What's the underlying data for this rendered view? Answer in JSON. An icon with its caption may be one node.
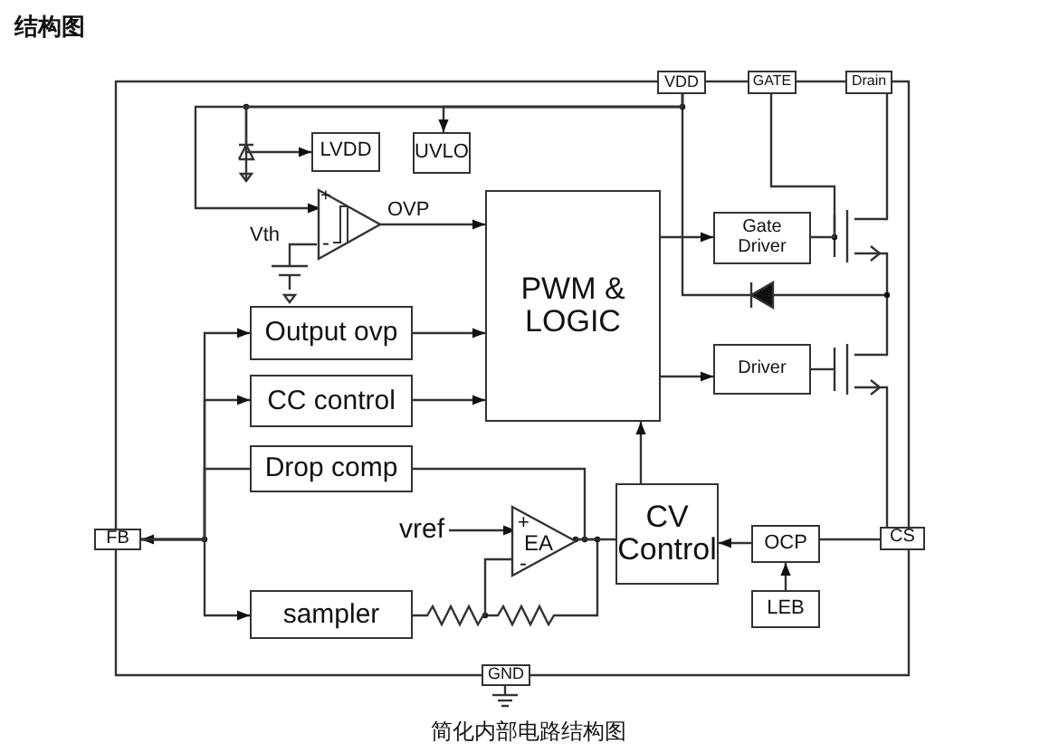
{
  "diagram": {
    "title": "结构图",
    "caption": "简化内部电路结构图",
    "nodes": [
      {
        "text": [
          "VDD"
        ]
      },
      {
        "text": [
          "GATE"
        ]
      },
      {
        "text": [
          "Drain"
        ]
      },
      {
        "text": [
          "LVDD"
        ]
      },
      {
        "text": [
          "UVLO"
        ]
      },
      {
        "text": [],
        "shape": "triangle"
      },
      {
        "text": [
          "PWM & LOGIC"
        ]
      },
      {
        "text": [
          "Gate Driver"
        ]
      },
      {
        "text": [
          "Driver"
        ]
      },
      {
        "text": [
          "Output ovp"
        ]
      },
      {
        "text": [
          "CC control"
        ]
      },
      {
        "text": [
          "Drop comp"
        ]
      },
      {
        "text": [
          "EA"
        ]
      },
      {
        "text": [
          "CV Control"
        ]
      },
      {
        "text": [
          "OCP"
        ]
      },
      {
        "text": [
          "LEB"
        ]
      },
      {
        "text": [
          "FB"
        ]
      },
      {
        "text": [
          "sampler"
        ]
      },
      {
        "text": [
          "CS"
        ]
      },
      {
        "text": [
          "GND"
        ]
      },
      {
        "text": [
          "vref"
        ]
      }
    ],
    "edges": [
      {
        "from": 0,
        "to": 3,
        "arrow": "to"
      },
      {
        "from": 0,
        "to": 4,
        "arrow": "to"
      },
      {
        "from": 0,
        "to": 5,
        "arrow": "to"
      },
      {
        "from": 5,
        "to": 6,
        "arrow": "to",
        "label": "OVP"
      },
      {
        "from": 6,
        "to": 7,
        "arrow": "to"
      },
      {
        "from": 6,
        "to": 8,
        "arrow": "to"
      },
      {
        "from": 1,
        "to": 7,
        "arrow": "none"
      },
      {
        "from": 9,
        "to": 6,
        "arrow": "to"
      },
      {
        "from": 10,
        "to": 6,
        "arrow": "to"
      },
      {
        "from": 16,
        "to": 9,
        "arrow": "to"
      },
      {
        "from": 16,
        "to": 10,
        "arrow": "to"
      },
      {
        "from": 11,
        "to": 16,
        "arrow": "to"
      },
      {
        "from": 16,
        "to": 17,
        "arrow": "to"
      },
      {
        "from": 17,
        "to": 12,
        "arrow": "none"
      },
      {
        "from": 20,
        "to": 12,
        "arrow": "to"
      },
      {
        "from": 12,
        "to": 11,
        "arrow": "none"
      },
      {
        "from": 12,
        "to": 13,
        "arrow": "none"
      },
      {
        "from": 13,
        "to": 6,
        "arrow": "to"
      },
      {
        "from": 14,
        "to": 13,
        "arrow": "to"
      },
      {
        "from": 18,
        "to": 14,
        "arrow": "none"
      },
      {
        "from": 15,
        "to": 14,
        "arrow": "to"
      }
    ],
    "labels": [
      "+",
      "-",
      "Vth",
      "+",
      "-"
    ]
  }
}
